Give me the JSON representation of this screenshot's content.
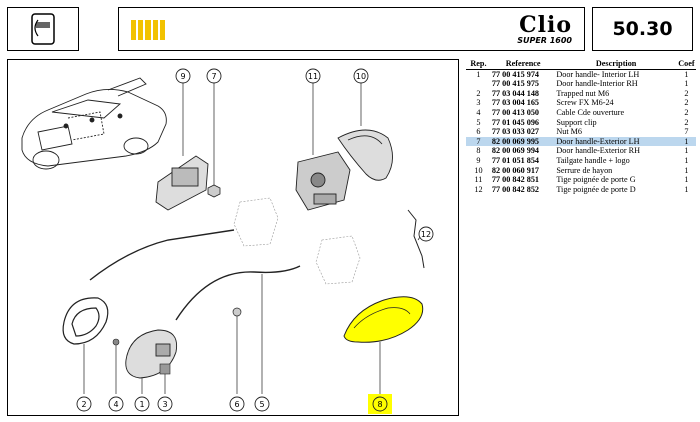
{
  "header": {
    "logo": {
      "brand": "Clio",
      "sub": "SUPER 1600"
    },
    "page_code": "50.30",
    "accent": "#f2c200"
  },
  "parts_table": {
    "headers": {
      "rep": "Rep.",
      "ref": "Reference",
      "desc": "Description",
      "coef": "Coef"
    },
    "rows": [
      {
        "rep": "1",
        "ref": "77 00 415 974",
        "desc": "Door handle- Interior LH",
        "coef": "1"
      },
      {
        "rep": "",
        "ref": "77 00 415 975",
        "desc": "Door handle-Interior RH",
        "coef": "1"
      },
      {
        "rep": "2",
        "ref": "77 03 044 148",
        "desc": "Trapped nut M6",
        "coef": "2"
      },
      {
        "rep": "3",
        "ref": "77 03 004 165",
        "desc": "Screw FX M6-24",
        "coef": "2"
      },
      {
        "rep": "4",
        "ref": "77 00 413 050",
        "desc": "Cable Cde ouverture",
        "coef": "2"
      },
      {
        "rep": "5",
        "ref": "77 01 045 096",
        "desc": "Support clip",
        "coef": "2"
      },
      {
        "rep": "6",
        "ref": "77 03 033 027",
        "desc": "Nut M6",
        "coef": "7"
      },
      {
        "rep": "7",
        "ref": "82 00 069 995",
        "desc": "Door handle-Exterior LH",
        "coef": "1",
        "highlight": true
      },
      {
        "rep": "8",
        "ref": "82 00 069 994",
        "desc": "Door handle-Exterior RH",
        "coef": "1"
      },
      {
        "rep": "9",
        "ref": "77 01 051 854",
        "desc": "Tailgate handle + logo",
        "coef": "1"
      },
      {
        "rep": "10",
        "ref": "82 00 060 917",
        "desc": "Serrure de hayon",
        "coef": "1"
      },
      {
        "rep": "11",
        "ref": "77 00 842 851",
        "desc": "Tige poignée de porte G",
        "coef": "1"
      },
      {
        "rep": "12",
        "ref": "77 00 842 852",
        "desc": "Tige poignée de porte D",
        "coef": "1"
      }
    ]
  },
  "callouts": [
    {
      "label": "9"
    },
    {
      "label": "7"
    },
    {
      "label": "11"
    },
    {
      "label": "10"
    },
    {
      "label": "12"
    },
    {
      "label": "2"
    },
    {
      "label": "4"
    },
    {
      "label": "1"
    },
    {
      "label": "3"
    },
    {
      "label": "6"
    },
    {
      "label": "5"
    },
    {
      "label": "8",
      "highlight": true
    }
  ],
  "colors": {
    "highlight_row": "#bcd7ee",
    "highlight_part": "#ffff00"
  }
}
